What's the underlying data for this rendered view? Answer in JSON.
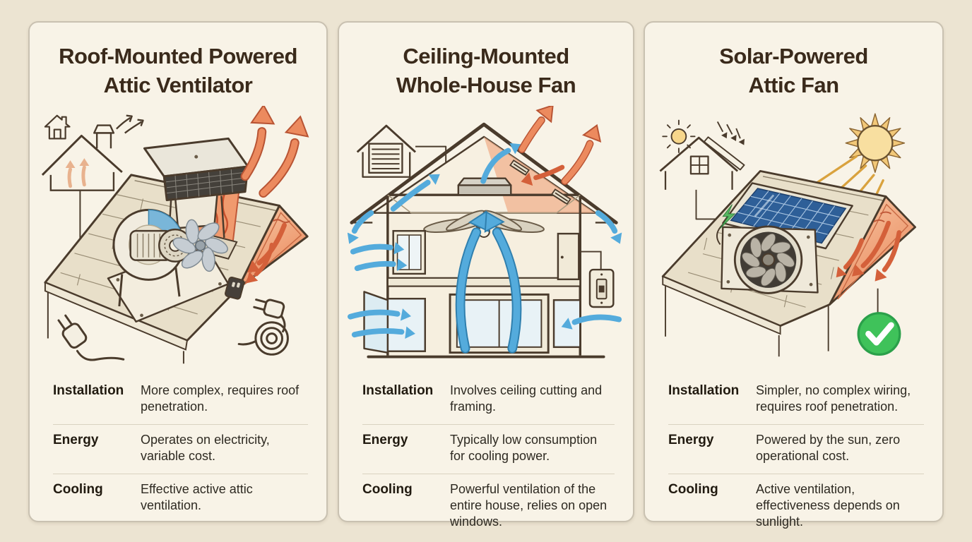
{
  "page": {
    "background": "#ece4d2"
  },
  "card": {
    "background": "#f8f3e7",
    "border": "#c9c1b1"
  },
  "colors": {
    "title_text": "#3a2a1b",
    "label_text": "#211a10",
    "body_text": "#2e2a22",
    "divider": "#d9d2c0",
    "outline_ink": "#4a3b2c",
    "hot_arrow": "#ec8a5e",
    "hot_arrow_outline": "#b85434",
    "hot_attic_fill": "#f09a6e",
    "cool_arrow": "#54abdc",
    "cool_arrow_outline": "#2f7fae",
    "roof_fill": "#e8dfc9",
    "solar_panel_blue": "#2e5f98",
    "sun_yellow": "#f2c878",
    "wire_green": "#58b860",
    "check_green": "#3fc25a"
  },
  "panels": [
    {
      "id": "roof-mounted-powered-attic-ventilator",
      "title_lines": [
        "Roof-Mounted Powered",
        "Attic Ventilator"
      ],
      "illustration_alt": "Isometric shingled roof with a powered blower ventilator under a hooded vent cap, hot air arrows rising, hot attic cross-section, power plugs and coiled cord",
      "specs": [
        {
          "label": "Installation",
          "value": "More complex, requires roof penetration."
        },
        {
          "label": "Energy",
          "value": "Operates on electricity, variable cost."
        },
        {
          "label": "Cooling",
          "value": "Effective active attic ventilation."
        }
      ]
    },
    {
      "id": "ceiling-mounted-whole-house-fan",
      "title_lines": [
        "Ceiling-Mounted",
        "Whole-House Fan"
      ],
      "illustration_alt": "House cross-section with ceiling fan, cool air arrows entering open windows and rising to the attic, hot air exiting roof vents, wall switch",
      "specs": [
        {
          "label": "Installation",
          "value": "Involves ceiling cutting and framing."
        },
        {
          "label": "Energy",
          "value": "Typically low consumption for cooling power."
        },
        {
          "label": "Cooling",
          "value": "Powerful ventilation of the entire house, relies on open windows."
        }
      ]
    },
    {
      "id": "solar-powered-attic-fan",
      "title_lines": [
        "Solar-Powered",
        "Attic Fan"
      ],
      "illustration_alt": "Shingled roof with solar panel wired to a round attic exhaust fan, sun with rays shining on the panel, hot attic arrows, green checkmark",
      "specs": [
        {
          "label": "Installation",
          "value": "Simpler, no complex wiring, requires roof penetration."
        },
        {
          "label": "Energy",
          "value": "Powered by the sun, zero operational cost."
        },
        {
          "label": "Cooling",
          "value": "Active ventilation, effectiveness depends on sunlight."
        }
      ]
    }
  ]
}
